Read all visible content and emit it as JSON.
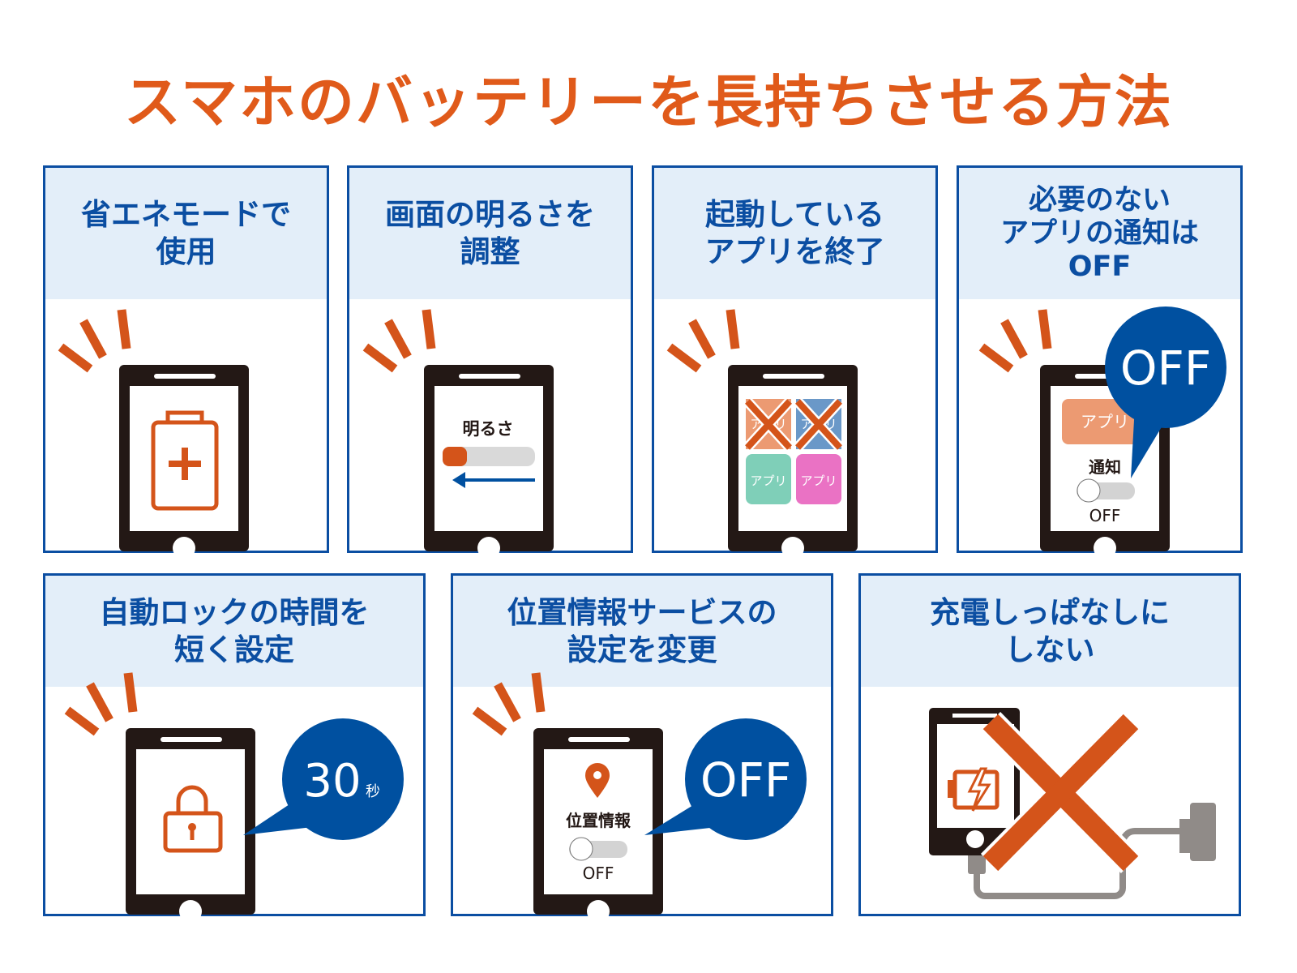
{
  "title": "スマホのバッテリーを長持ちさせる方法",
  "colors": {
    "title": "#e05a1a",
    "accent_orange": "#d4541a",
    "blue": "#0b4ea2",
    "bubble_blue": "#0050a0",
    "header_bg": "#e3eef9",
    "phone": "#231815",
    "cable": "#908b88"
  },
  "panels": [
    {
      "heading": "省エネモードで\n使用",
      "icon": "battery-plus-icon"
    },
    {
      "heading": "画面の明るさを\n調整",
      "icon": "brightness-slider",
      "label": "明るさ"
    },
    {
      "heading": "起動している\nアプリを終了",
      "icon": "app-grid",
      "app_label": "アプリ"
    },
    {
      "heading": "必要のない\nアプリの通知は\nOFF",
      "app_label": "アプリ",
      "toggle_label": "通知",
      "toggle_state": "OFF",
      "bubble": "OFF"
    },
    {
      "heading": "自動ロックの時間を\n短く設定",
      "icon": "lock-icon",
      "bubble_number": "30",
      "bubble_unit": "秒"
    },
    {
      "heading": "位置情報サービスの\n設定を変更",
      "icon": "location-pin-icon",
      "toggle_label": "位置情報",
      "toggle_state": "OFF",
      "bubble": "OFF"
    },
    {
      "heading": "充電しっぱなしに\nしない",
      "icon": "charging-battery-icon"
    }
  ]
}
